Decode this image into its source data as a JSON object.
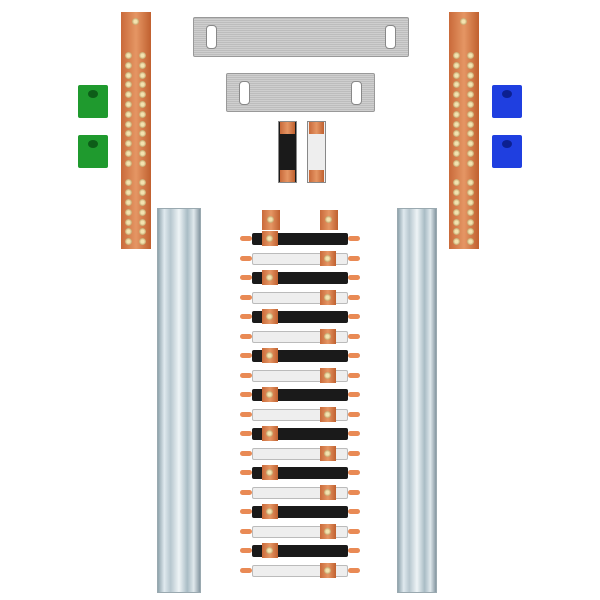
{
  "colors": {
    "copper": "#d7804c",
    "green_block": "#1f9a2e",
    "blue_block": "#1f3fe0",
    "strip_black": "#1a1a1a",
    "strip_white": "#eeeeee",
    "rail_silver": "#c9d6dc"
  },
  "components": {
    "neutral_bus_bars": 2,
    "terminal_blocks_green": 2,
    "terminal_blocks_blue": 2,
    "mounting_plates": 2,
    "jumper_links": 2,
    "din_rails": 2,
    "comb_busbar_strips": 18
  }
}
